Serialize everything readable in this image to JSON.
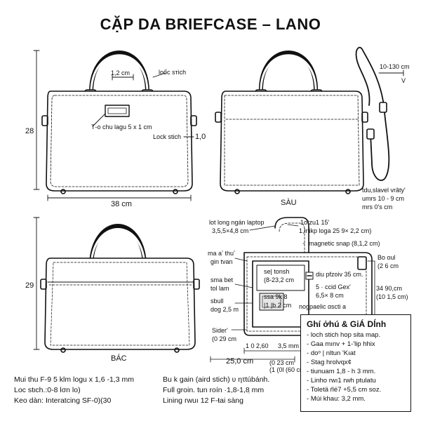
{
  "title": "CẶP DA BRIEFCASE – LANO",
  "front": {
    "width": "38 cm",
    "height": "28",
    "handle": "1,2 cm",
    "lock_stitch_top": "loốc sтich",
    "logo": "Т-o chu lagu 5 x 1 cm",
    "lock_stitch": "Lock stich",
    "side_dim": "1,0"
  },
  "back": {
    "label": "SÀU",
    "strap_dim": "10-130 cm",
    "strap_mark": "V",
    "strap_note": [
      "tdu,slavel vrâty'",
      "umrs 10 - 9 cm",
      "mrs 0's cm"
    ]
  },
  "side": {
    "label": "BÁC",
    "height": "29"
  },
  "interior": {
    "laptop": [
      "lot long ngán laptop",
      "3,5,5×4,8 cm"
    ],
    "tag": [
      "1otzu1 15'",
      "1,lnikp loga 25 9× 2,2 cm)"
    ],
    "magnetic": "magnetic snap (8,1,2 cm)",
    "left1": [
      "ma aʼ thuʼ",
      "gin tvan"
    ],
    "left2": [
      "sma bet",
      "tol lam"
    ],
    "left3": [
      "sbull",
      "dog 2,5 m"
    ],
    "slider": [
      "Sider'",
      "(0 29 cm"
    ],
    "pocket1": [
      "se| tonsh",
      "(8-23,2 cm"
    ],
    "pocket2": [
      "diu pfzoiv 35 cm."
    ],
    "pocket3": [
      "5 · ccid Gex'",
      "6,5× 8 cm"
    ],
    "pocket4": [
      "ssa 9k 8",
      "|1 |b 2 cm"
    ],
    "pocket5": "nogpaelic ɑscti a",
    "right1": [
      "Bo oul",
      "(2 6 cm"
    ],
    "right2": [
      "34 90,cm",
      "(10 1,5 cm)"
    ],
    "dim_a": "1 0 2,60",
    "dim_b": "3,5 mm",
    "dim_c": "(0 23 cm",
    "dim_d": "(1 (0l (60 cm",
    "width": "25,0 cm"
  },
  "notes": {
    "heading": "Ghí ởhú & GiÁ Dĺnh",
    "items": [
      "loch stich hop sita map.",
      "Gaa mınv + 1-'lip hhix",
      "doᵒ | nltun 'Kıat",
      "Stag hrolvqx¢",
      "tiunuam 1,8 - h 3 mm.",
      "Linho rwı1 rwh ptulatu",
      "Toletä ŕlé7 +5,5 cm soz.",
      "Múi khau: 3,2 mm."
    ]
  },
  "specs": {
    "left": [
      "Mui thu F-9 5 klm logu x 1,6 -1,3 mm",
      "Loc stιch.:0-8 lσn lo)",
      "Keo dàn: Interatcing SF-0)(30"
    ],
    "right": [
      "Bu k gain (aird stich) ʋ ητtúbánh.",
      "Full groin. tun roín ·1,8-1,8 ̣mm",
      "Lining rwuı 12 F-ŧai sàng"
    ]
  }
}
